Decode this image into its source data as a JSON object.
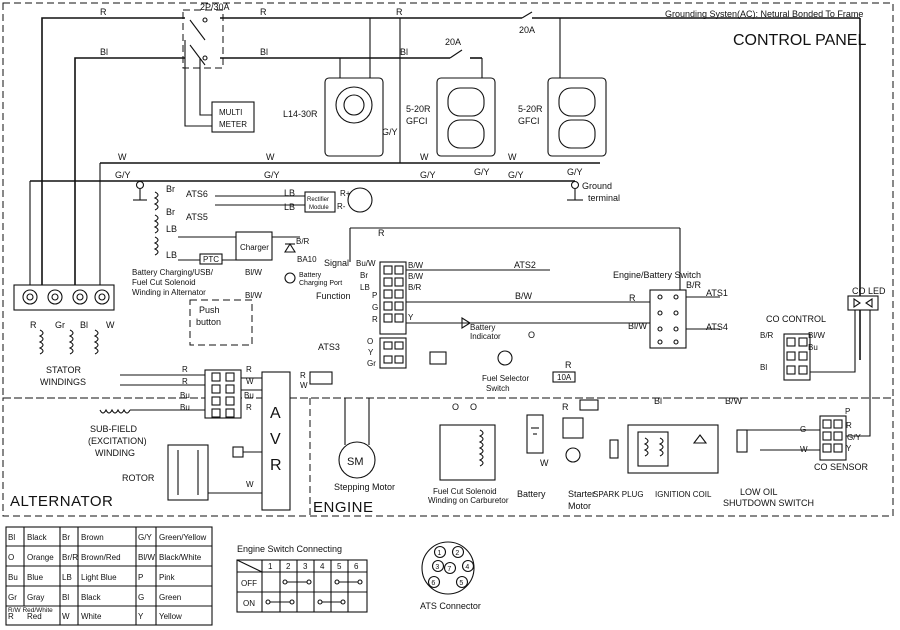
{
  "header": {
    "grounding_note": "Grounding Systen(AC): Netural Bonded To Frame",
    "panel_title": "CONTROL PANEL"
  },
  "sections": {
    "alternator": "ALTERNATOR",
    "engine": "ENGINE"
  },
  "components": {
    "breaker_main": "2P/30A",
    "breaker_20a_top": "20A",
    "breaker_20a_mid": "20A",
    "multimeter_l1": "MULTI",
    "multimeter_l2": "METER",
    "l14_30r": "L14-30R",
    "gfci1_l1": "5-20R",
    "gfci1_l2": "GFCI",
    "gfci2_l1": "5-20R",
    "gfci2_l2": "GFCI",
    "ground_terminal_l1": "Ground",
    "ground_terminal_l2": "terminal",
    "rectifier_l1": "Rectifier",
    "rectifier_l2": "Module",
    "rplus": "R+",
    "rminus": "R-",
    "ats6": "ATS6",
    "ats5": "ATS5",
    "charger": "Charger",
    "ptc": "PTC",
    "charging_winding_l1": "Battery Charging/USB/",
    "charging_winding_l2": "Fuel Cut Solenoid",
    "charging_winding_l3": "Winding in Alternator",
    "ba10": "BA10",
    "charging_port_l1": "Battery",
    "charging_port_l2": "Charging Port",
    "signal": "Signal",
    "function": "Function",
    "push_button_l1": "Push",
    "push_button_l2": "button",
    "ats3": "ATS3",
    "ats2": "ATS2",
    "battery_indicator_l1": "Battery",
    "battery_indicator_l2": "Indicator",
    "fuel_selector_l1": "Fuel Selector",
    "fuel_selector_l2": "Switch",
    "engine_switch": "Engine/Battery Switch",
    "ats1": "ATS1",
    "ats4": "ATS4",
    "co_control": "CO CONTROL",
    "co_led": "CO LED",
    "co_sensor": "CO SENSOR",
    "fuse": "10A",
    "stator_l1": "STATOR",
    "stator_l2": "WINDINGS",
    "subfield_l1": "SUB-FIELD",
    "subfield_l2": "(EXCITATION)",
    "subfield_l3": "WINDING",
    "rotor": "ROTOR",
    "avr_a": "A",
    "avr_v": "V",
    "avr_r": "R",
    "sm": "SM",
    "stepping_motor": "Stepping Motor",
    "fuel_cut_l1": "Fuel Cut Solenoid",
    "fuel_cut_l2": "Winding on Carburetor",
    "battery": "Battery",
    "starter_l1": "Starter",
    "starter_l2": "Motor",
    "spark_plug": "SPARK PLUG",
    "ignition_coil": "IGNITION COIL",
    "low_oil_l1": "LOW OIL",
    "low_oil_l2": "SHUTDOWN SWITCH",
    "ats_connector": "ATS Connector"
  },
  "wire_labels": {
    "R": "R",
    "Bl": "Bl",
    "W": "W",
    "GY": "G/Y",
    "Gr": "Gr",
    "Br": "Br",
    "LB": "LB",
    "BR": "B/R",
    "BlW": "Bl/W",
    "BuW": "Bu/W",
    "Bu": "Bu",
    "BrR": "Br/R",
    "G": "G",
    "Y": "Y",
    "P": "P",
    "O": "O",
    "BW": "B/W"
  },
  "color_legend": [
    {
      "code": "Bl",
      "name": "Black"
    },
    {
      "code": "Br",
      "name": "Brown"
    },
    {
      "code": "G/Y",
      "name": "Green/Yellow"
    },
    {
      "code": "O",
      "name": "Orange"
    },
    {
      "code": "Br/R",
      "name": "Brown/Red"
    },
    {
      "code": "Bl/W",
      "name": "Black/White"
    },
    {
      "code": "Bu",
      "name": "Blue"
    },
    {
      "code": "LB",
      "name": "Light Blue"
    },
    {
      "code": "P",
      "name": "Pink"
    },
    {
      "code": "Gr",
      "name": "Gray"
    },
    {
      "code": "Bl",
      "name": "Black"
    },
    {
      "code": "G",
      "name": "Green"
    },
    {
      "code": "R",
      "name": "Red"
    },
    {
      "code": "W",
      "name": "White"
    },
    {
      "code": "Y",
      "name": "Yellow"
    },
    {
      "code": "R/W",
      "name": "Red/White"
    }
  ],
  "engine_switch_table": {
    "title": "Engine Switch  Connecting",
    "columns": [
      "1",
      "2",
      "3",
      "4",
      "5",
      "6"
    ],
    "rows": [
      "OFF",
      "ON"
    ]
  },
  "ats_pins": [
    "1",
    "2",
    "3",
    "4",
    "5",
    "6",
    "7"
  ]
}
